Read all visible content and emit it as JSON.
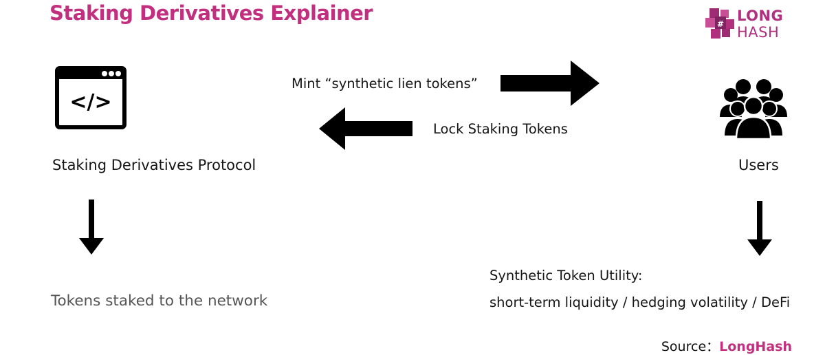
{
  "title": "Staking Derivatives Explainer",
  "logo": {
    "line1": "LONG",
    "line2": "HASH",
    "color": "#b0307d"
  },
  "icons": {
    "protocol": "code-window-icon",
    "users": "users-group-icon"
  },
  "labels": {
    "protocol": "Staking Derivatives Protocol",
    "users": "Users",
    "mint": "Mint “synthetic lien tokens”",
    "lock": "Lock Staking Tokens",
    "staked": "Tokens staked to the network",
    "utility_title": "Synthetic Token Utility:",
    "utility_list": "short-term liquidity / hedging volatility / DeFi"
  },
  "source": {
    "prefix": "Source：",
    "name": "LongHash"
  },
  "colors": {
    "accent": "#c22f7e",
    "arrow": "#000000"
  }
}
